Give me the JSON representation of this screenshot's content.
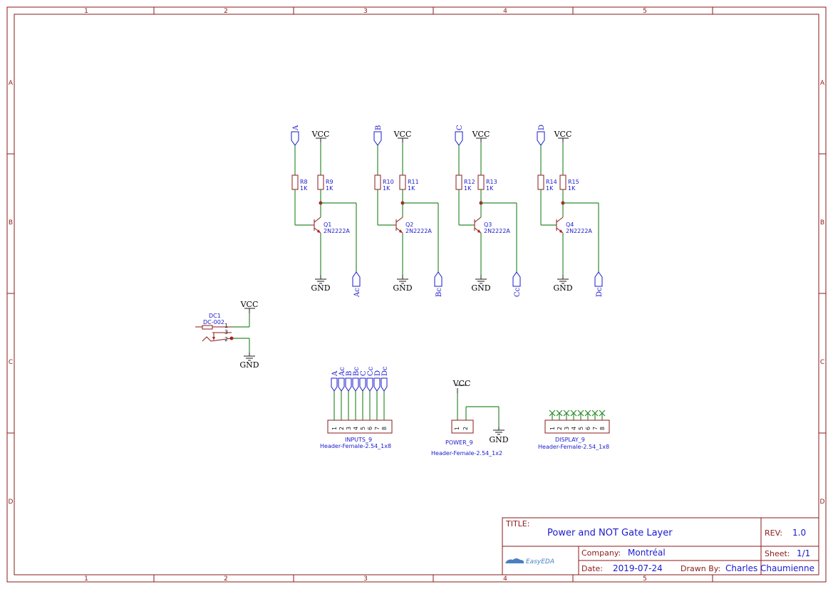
{
  "sheet": {
    "zones_x": [
      "1",
      "2",
      "3",
      "4",
      "5"
    ],
    "zones_y": [
      "A",
      "B",
      "C",
      "D"
    ]
  },
  "inverters": [
    {
      "input": "A",
      "output": "Ac",
      "vcc": "VCC",
      "gnd": "GND",
      "rb": "R8",
      "rb_val": "1K",
      "rc": "R9",
      "rc_val": "1K",
      "q": "Q1",
      "q_part": "2N2222A"
    },
    {
      "input": "B",
      "output": "Bc",
      "vcc": "VCC",
      "gnd": "GND",
      "rb": "R10",
      "rb_val": "1K",
      "rc": "R11",
      "rc_val": "1K",
      "q": "Q2",
      "q_part": "2N2222A"
    },
    {
      "input": "C",
      "output": "Cc",
      "vcc": "VCC",
      "gnd": "GND",
      "rb": "R12",
      "rb_val": "1K",
      "rc": "R13",
      "rc_val": "1K",
      "q": "Q3",
      "q_part": "2N2222A"
    },
    {
      "input": "D",
      "output": "Dc",
      "vcc": "VCC",
      "gnd": "GND",
      "rb": "R14",
      "rb_val": "1K",
      "rc": "R15",
      "rc_val": "1K",
      "q": "Q4",
      "q_part": "2N2222A"
    }
  ],
  "dc_jack": {
    "ref": "DC1",
    "part": "DC-002",
    "vcc": "VCC",
    "gnd": "GND",
    "pins": [
      "1",
      "3",
      "2"
    ]
  },
  "inputs_header": {
    "ref": "INPUTS_9",
    "part": "Header-Female-2.54_1x8",
    "nets": [
      "A",
      "Ac",
      "B",
      "Bc",
      "C",
      "Cc",
      "D",
      "Dc"
    ],
    "pins": [
      "1",
      "2",
      "3",
      "4",
      "5",
      "6",
      "7",
      "8"
    ]
  },
  "power_header": {
    "ref": "POWER_9",
    "part": "Header-Female-2.54_1x2",
    "vcc": "VCC",
    "gnd": "GND",
    "pins": [
      "1",
      "2"
    ]
  },
  "display_header": {
    "ref": "DISPLAY_9",
    "part": "Header-Female-2.54_1x8",
    "pins": [
      "1",
      "2",
      "3",
      "4",
      "5",
      "6",
      "7",
      "8"
    ]
  },
  "title_block": {
    "title_label": "TITLE:",
    "title": "Power and NOT Gate Layer",
    "rev_label": "REV:",
    "rev": "1.0",
    "company_label": "Company:",
    "company": "Montréal",
    "sheet_label": "Sheet:",
    "sheet": "1/1",
    "date_label": "Date:",
    "date": "2019-07-24",
    "drawn_label": "Drawn By:",
    "drawn_by": "Charles Chaumienne",
    "logo": "EasyEDA"
  }
}
